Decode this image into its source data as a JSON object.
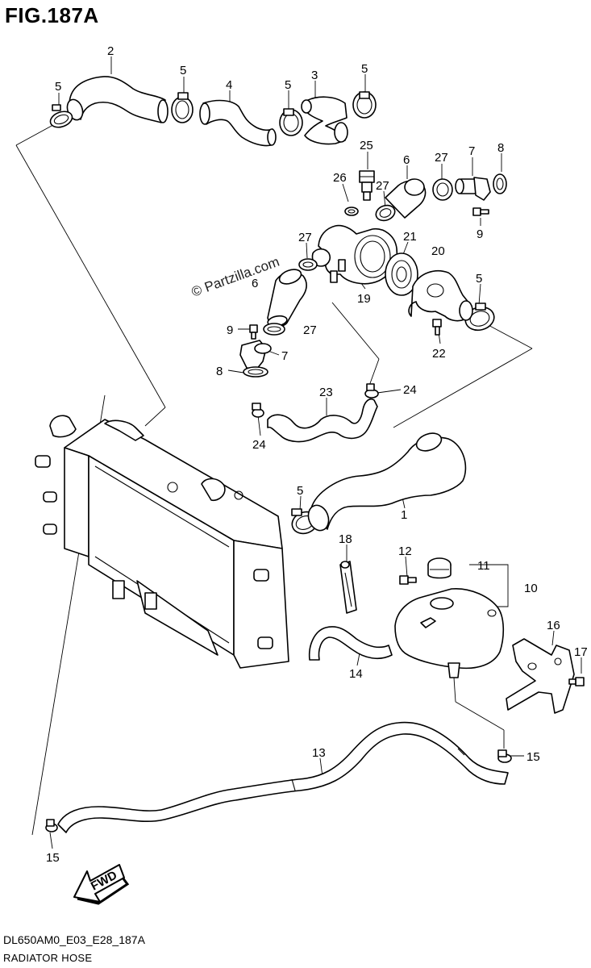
{
  "header": {
    "figure_title": "FIG.187A"
  },
  "footer": {
    "model_code": "DL650AM0_E03_E28_187A",
    "caption": "RADIATOR HOSE"
  },
  "watermark": {
    "text": "© Partzilla.com"
  },
  "fwd_arrow": {
    "label": "FWD"
  },
  "callouts": [
    "2",
    "5",
    "5",
    "4",
    "5",
    "3",
    "5",
    "25",
    "6",
    "27",
    "7",
    "8",
    "26",
    "27",
    "9",
    "27",
    "21",
    "20",
    "6",
    "19",
    "5",
    "9",
    "27",
    "22",
    "7",
    "8",
    "23",
    "24",
    "24",
    "5",
    "1",
    "18",
    "12",
    "11",
    "10",
    "16",
    "17",
    "14",
    "13",
    "15",
    "15"
  ]
}
